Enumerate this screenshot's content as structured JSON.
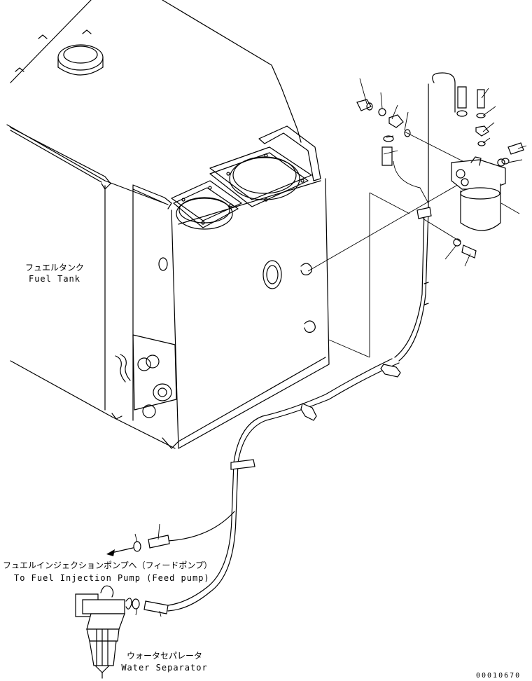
{
  "labels": {
    "fuel_tank_jp": "フュエルタンク",
    "fuel_tank_en": "Fuel Tank",
    "pump_jp": "フュエルインジェクションポンプへ（フィードポンプ）",
    "pump_en": "To Fuel Injection Pump (Feed pump)",
    "separator_jp": "ウォータセパレータ",
    "separator_en": "Water Separator",
    "drawing_number": "00010670"
  }
}
